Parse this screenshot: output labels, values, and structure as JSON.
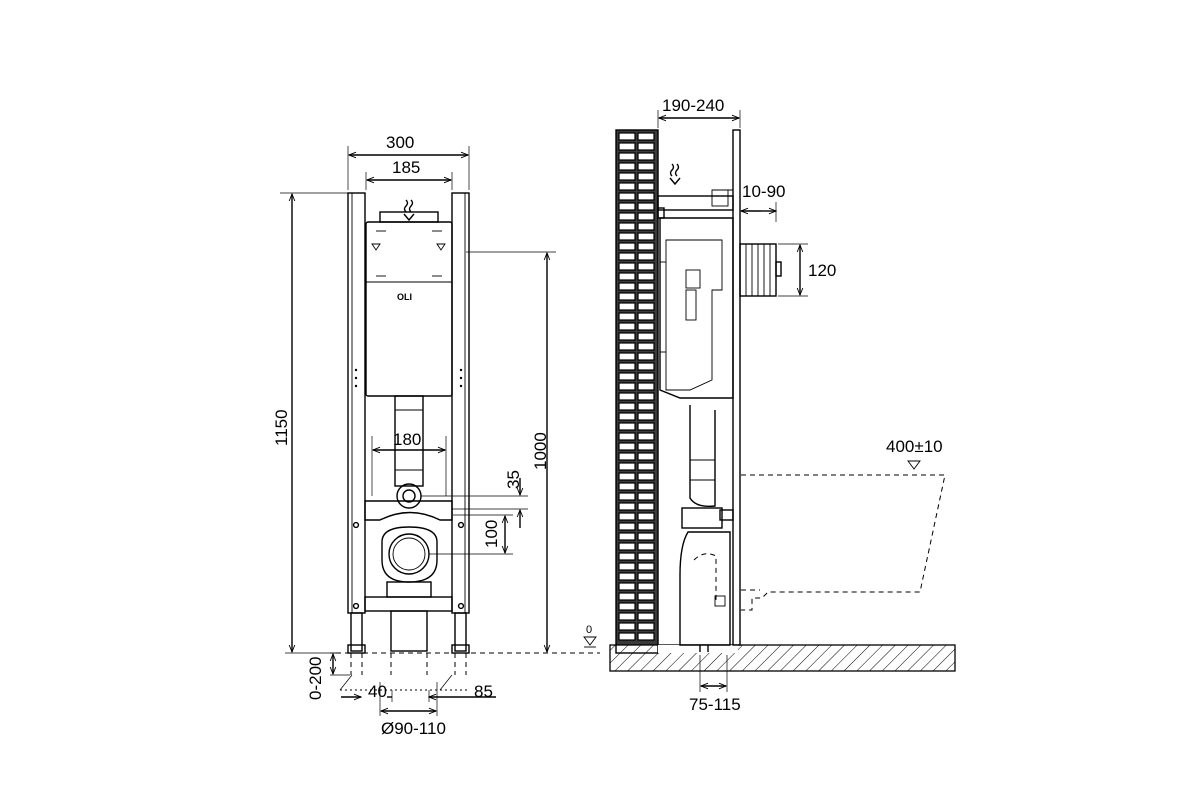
{
  "front_view": {
    "dims": {
      "width_total": "300",
      "width_inner": "185",
      "height_total": "1150",
      "height_outlet": "1000",
      "drain_width": "180",
      "offset_35": "35",
      "offset_100": "100",
      "leg_adjust": "0-200",
      "leg_offset_left": "40",
      "leg_offset_right": "85",
      "drain_diameter": "Ø90-110"
    }
  },
  "side_view": {
    "dims": {
      "depth": "190-240",
      "wall_gap": "10-90",
      "flush_height": "120",
      "seat_height": "400±10",
      "floor_gap": "75-115",
      "zero_level": "0"
    }
  },
  "logo": "OLI"
}
